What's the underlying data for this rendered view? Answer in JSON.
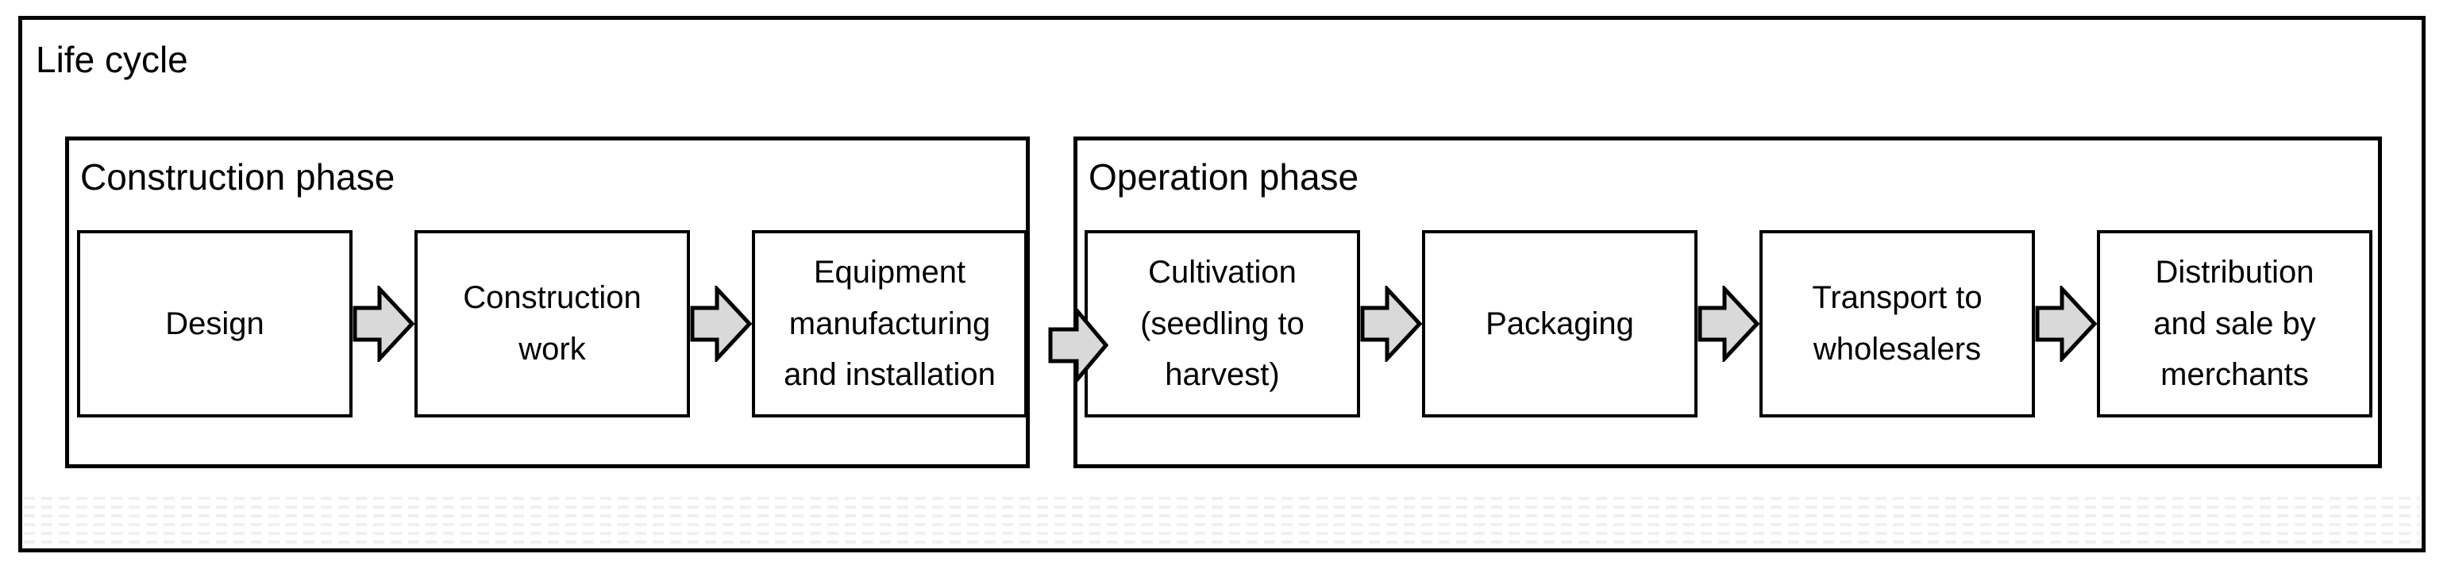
{
  "diagram": {
    "title": "Life cycle",
    "phases": [
      {
        "label": "Construction phase",
        "steps": [
          {
            "text": "Design"
          },
          {
            "text": "Construction\nwork"
          },
          {
            "text": "Equipment\nmanufacturing\nand installation"
          }
        ]
      },
      {
        "label": "Operation phase",
        "steps": [
          {
            "text": "Cultivation\n(seedling to\nharvest)"
          },
          {
            "text": "Packaging"
          },
          {
            "text": "Transport to\nwholesalers"
          },
          {
            "text": "Distribution\nand sale by\nmerchants"
          }
        ]
      }
    ],
    "connector": {
      "icon": "arrow-right",
      "direction": "left-to-right"
    },
    "colors": {
      "border": "#000000",
      "text": "#000000",
      "background": "#ffffff",
      "arrow_fill": "#d9d9d9",
      "arrow_stroke": "#000000",
      "watermark_dash": "#f0f0f0"
    }
  }
}
